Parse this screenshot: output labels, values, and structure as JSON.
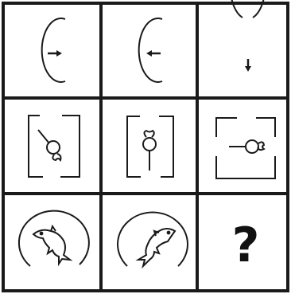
{
  "puzzle": {
    "rows": 3,
    "cols": 3,
    "line_color": "#1a1a1a",
    "background": "#ffffff",
    "cells": [
      {
        "row": 1,
        "col": 1,
        "figure": "open-ellipse-gap-right",
        "arrow": "right"
      },
      {
        "row": 1,
        "col": 2,
        "figure": "open-ellipse-gap-right",
        "arrow": "left"
      },
      {
        "row": 1,
        "col": 3,
        "figure": "open-ellipse-gap-top",
        "arrow": "down"
      },
      {
        "row": 2,
        "col": 1,
        "figure": "square-frame-with-flower",
        "flower_direction": "up-left"
      },
      {
        "row": 2,
        "col": 2,
        "figure": "square-frame-with-flower",
        "flower_direction": "down"
      },
      {
        "row": 2,
        "col": 3,
        "figure": "square-frame-with-flower",
        "flower_direction": "left"
      },
      {
        "row": 3,
        "col": 1,
        "figure": "circle-with-dolphin",
        "dolphin_direction": "left"
      },
      {
        "row": 3,
        "col": 2,
        "figure": "circle-with-dolphin",
        "dolphin_direction": "up-right"
      },
      {
        "row": 3,
        "col": 3,
        "figure": "unknown",
        "answer_symbol": "?"
      }
    ]
  }
}
